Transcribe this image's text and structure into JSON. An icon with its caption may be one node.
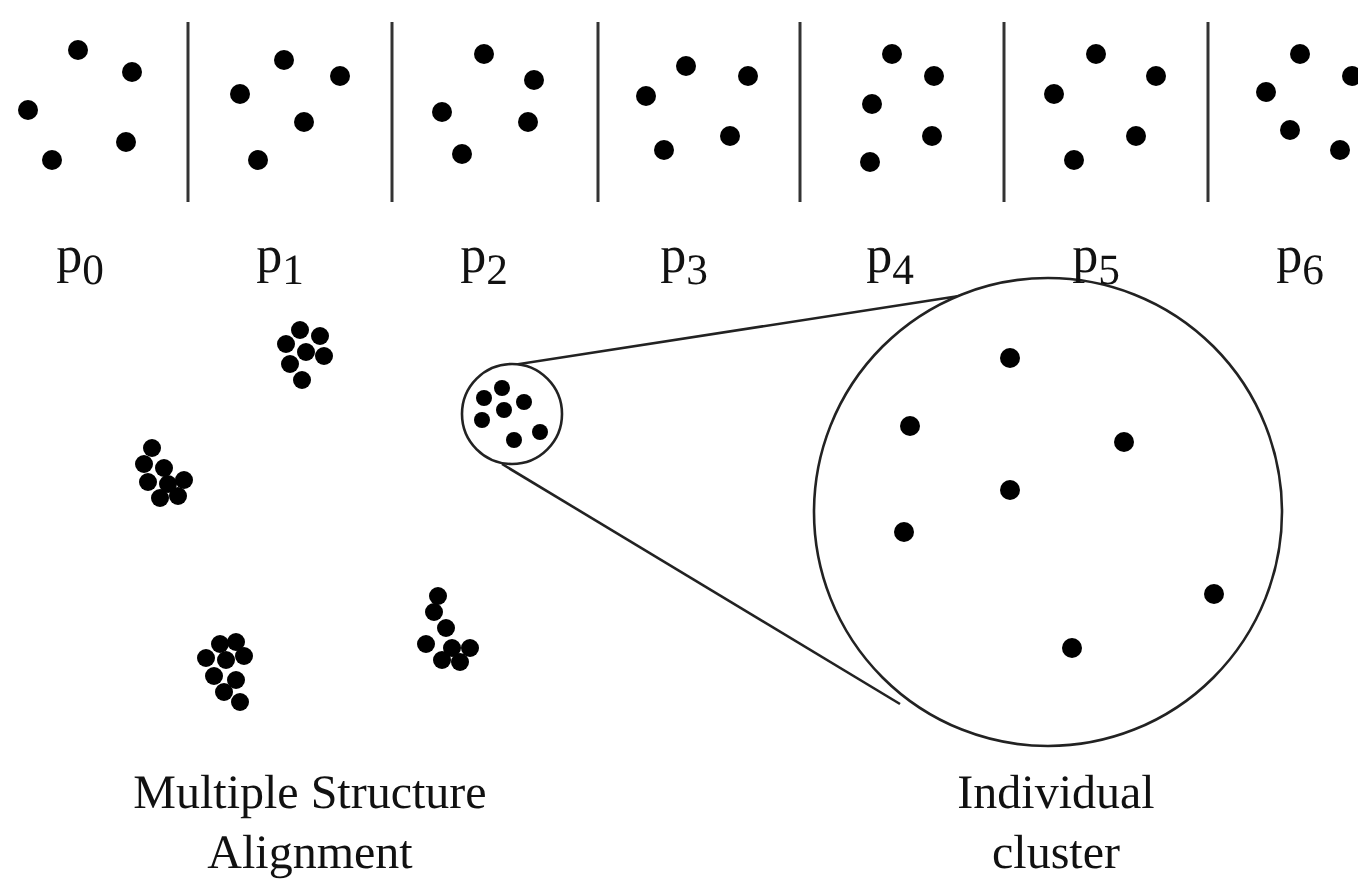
{
  "diagram": {
    "labels": [
      "p$_{0}$",
      "p$_{1}$",
      "p$_{2}$",
      "p$_{3}$",
      "p$_{4}$",
      "p$_{5}$",
      "p$_{6}$",
      "Multiple Structure Alignment",
      "Individual cluster"
    ]
  }
}
